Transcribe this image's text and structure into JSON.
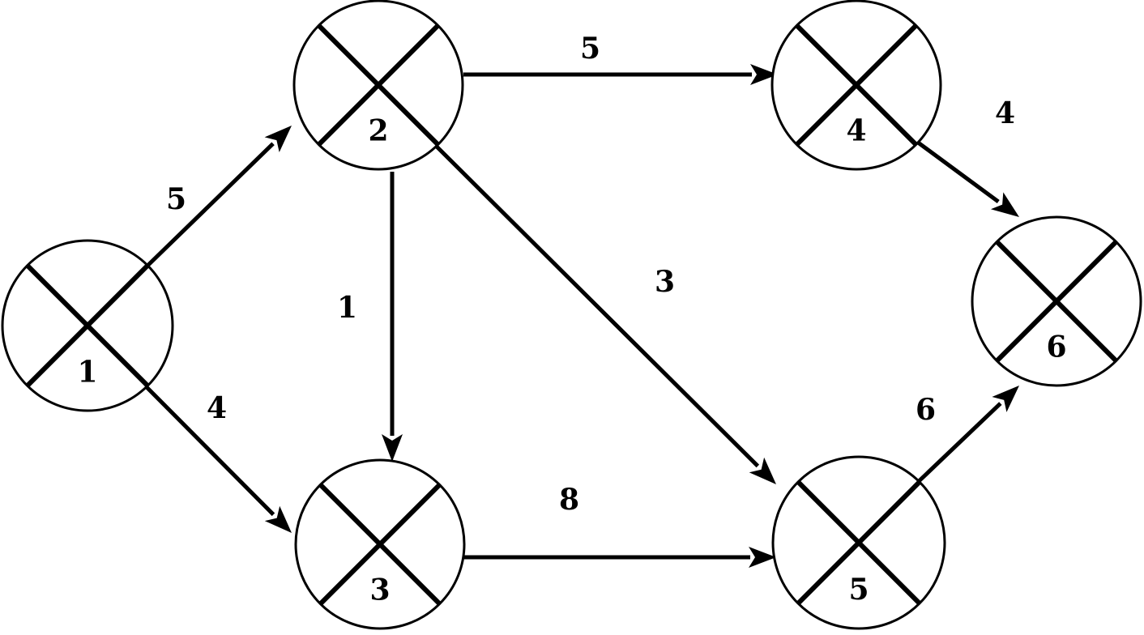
{
  "nodes": [
    {
      "id": "1",
      "label": "1"
    },
    {
      "id": "2",
      "label": "2"
    },
    {
      "id": "3",
      "label": "3"
    },
    {
      "id": "4",
      "label": "4"
    },
    {
      "id": "5",
      "label": "5"
    },
    {
      "id": "6",
      "label": "6"
    }
  ],
  "edges": [
    {
      "from": "1",
      "to": "2",
      "weight": "5"
    },
    {
      "from": "1",
      "to": "3",
      "weight": "4"
    },
    {
      "from": "2",
      "to": "3",
      "weight": "1"
    },
    {
      "from": "2",
      "to": "4",
      "weight": "5"
    },
    {
      "from": "2",
      "to": "5",
      "weight": "3"
    },
    {
      "from": "3",
      "to": "5",
      "weight": "8"
    },
    {
      "from": "4",
      "to": "6",
      "weight": "4"
    },
    {
      "from": "5",
      "to": "6",
      "weight": "6"
    }
  ],
  "colors": {
    "stroke": "#000000",
    "background": "#ffffff"
  }
}
